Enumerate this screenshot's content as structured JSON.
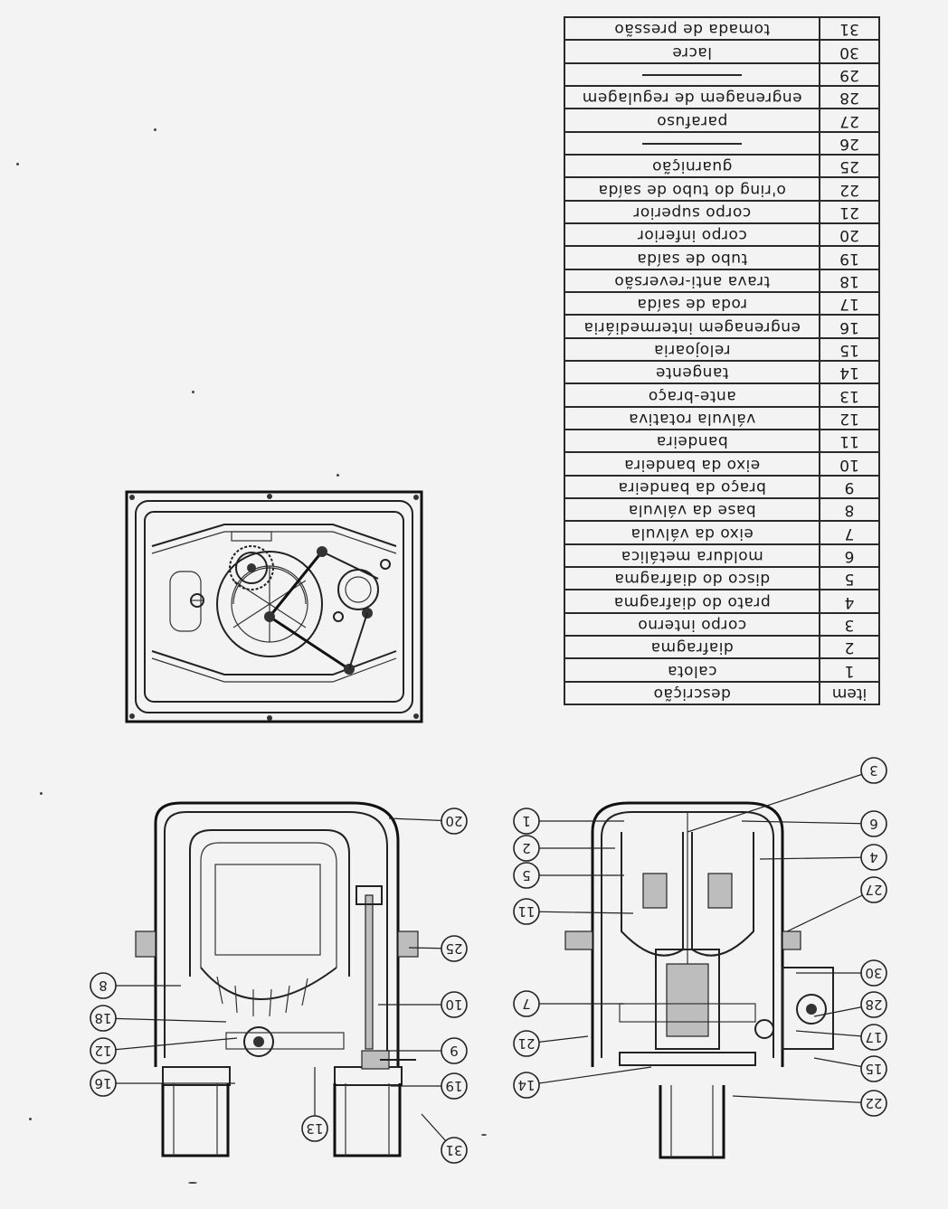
{
  "table": {
    "header": {
      "item": "item",
      "description": "descrição"
    },
    "rows": [
      {
        "item": "1",
        "description": "calota"
      },
      {
        "item": "2",
        "description": "diafragma"
      },
      {
        "item": "3",
        "description": "corpo interno"
      },
      {
        "item": "4",
        "description": "prato do diafragma"
      },
      {
        "item": "5",
        "description": "disco do diafragma"
      },
      {
        "item": "6",
        "description": "moldura metálica"
      },
      {
        "item": "7",
        "description": "eixo da válvula"
      },
      {
        "item": "8",
        "description": "base da válvula"
      },
      {
        "item": "9",
        "description": "braço da bandeira"
      },
      {
        "item": "10",
        "description": "eixo da bandeira"
      },
      {
        "item": "11",
        "description": "bandeira"
      },
      {
        "item": "12",
        "description": "válvula rotativa"
      },
      {
        "item": "13",
        "description": "ante-braço"
      },
      {
        "item": "14",
        "description": "tangente"
      },
      {
        "item": "15",
        "description": "relojoaria"
      },
      {
        "item": "16",
        "description": "engrenagem intermediária"
      },
      {
        "item": "17",
        "description": "roda de saída"
      },
      {
        "item": "18",
        "description": "trava anti-reversão"
      },
      {
        "item": "19",
        "description": "tubo de saída"
      },
      {
        "item": "20",
        "description": "corpo inferior"
      },
      {
        "item": "21",
        "description": "corpo superior"
      },
      {
        "item": "22",
        "description": "o'ring do tubo de saída"
      },
      {
        "item": "25",
        "description": "guarnição"
      },
      {
        "item": "26",
        "description": ""
      },
      {
        "item": "27",
        "description": "parafuso"
      },
      {
        "item": "28",
        "description": "engrenagem de regulagem"
      },
      {
        "item": "29",
        "description": ""
      },
      {
        "item": "30",
        "description": "lacre"
      },
      {
        "item": "31",
        "description": "tomada de pressão"
      }
    ]
  },
  "callouts_left": [
    "20",
    "25",
    "10",
    "9",
    "19",
    "31",
    "13",
    "16",
    "12",
    "18",
    "8"
  ],
  "callouts_right": [
    "3",
    "6",
    "4",
    "27",
    "30",
    "28",
    "17",
    "15",
    "22",
    "14",
    "21",
    "7",
    "11",
    "5",
    "2",
    "1"
  ]
}
